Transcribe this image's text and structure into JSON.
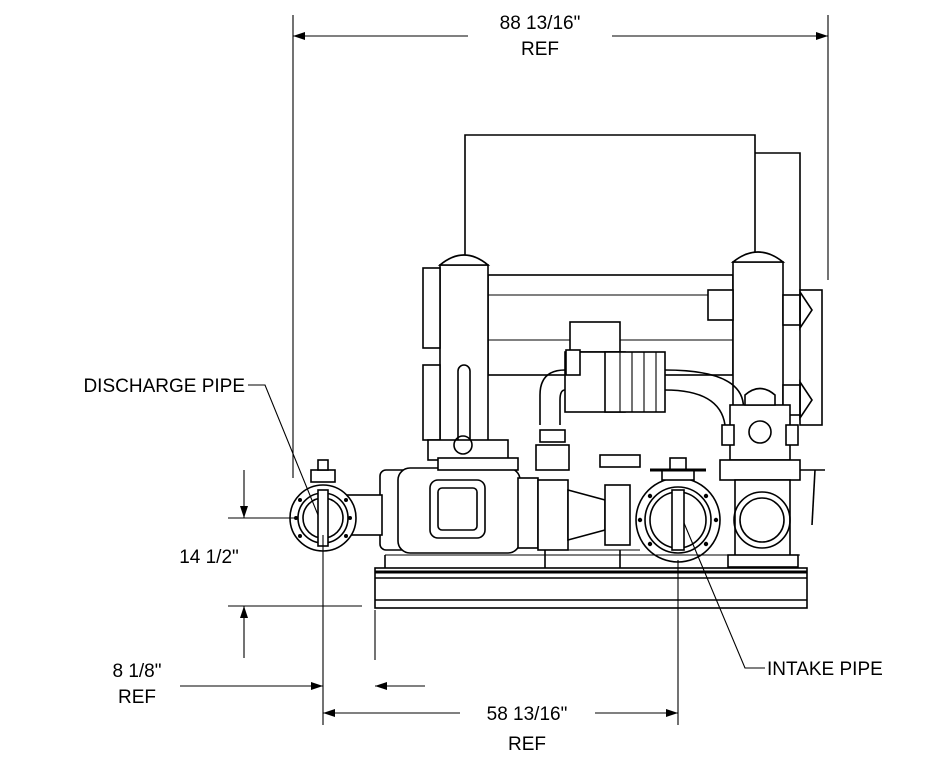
{
  "dimensions": {
    "overall_width": {
      "value": "88 13/16\"",
      "note": "REF"
    },
    "discharge_height": {
      "value": "14 1/2\""
    },
    "discharge_offset": {
      "value": "8 1/8\"",
      "note": "REF"
    },
    "intake_offset": {
      "value": "58 13/16\"",
      "note": "REF"
    }
  },
  "callouts": {
    "discharge_pipe": "DISCHARGE PIPE",
    "intake_pipe": "INTAKE PIPE"
  },
  "colors": {
    "ink": "#000000",
    "paper": "#ffffff"
  }
}
